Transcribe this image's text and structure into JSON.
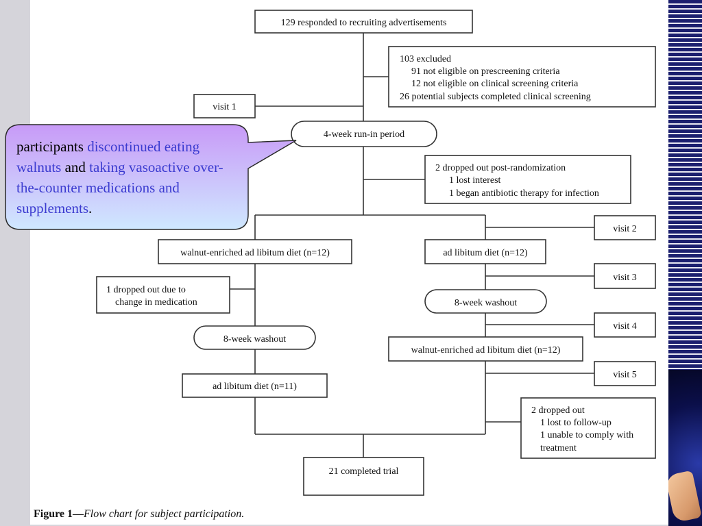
{
  "flow": {
    "responded": "129 responded to recruiting advertisements",
    "excluded_title": "103 excluded",
    "excluded_line1": "91 not eligible on prescreening criteria",
    "excluded_line2": "12 not eligible on clinical screening criteria",
    "excluded_line3": "26 potential subjects completed clinical screening",
    "visit1": "visit 1",
    "runin": "4-week run-in period",
    "dropped_title": "2 dropped out post-randomization",
    "dropped_line1": "1 lost interest",
    "dropped_line2": "1 began antibiotic therapy for infection",
    "visit2": "visit 2",
    "left_diet1": "walnut-enriched ad libitum diet (n=12)",
    "right_diet1": "ad libitum diet (n=12)",
    "visit3": "visit 3",
    "left_drop_line1": "1 dropped out due to",
    "left_drop_line2": "change in medication",
    "right_washout": "8-week washout",
    "visit4": "visit 4",
    "left_washout": "8-week washout",
    "right_diet2": "walnut-enriched ad libitum diet (n=12)",
    "visit5": "visit 5",
    "left_diet2": "ad libitum diet (n=11)",
    "final_drop_title": "2 dropped out",
    "final_drop_line1": "1 lost to follow-up",
    "final_drop_line2": "1 unable to comply with",
    "final_drop_line3": "treatment",
    "completed": "21 completed trial"
  },
  "caption": {
    "label": "Figure 1—",
    "text": "Flow chart for subject participation."
  },
  "callout": {
    "part1": "participants ",
    "part2": "discontinued eating walnuts",
    "part3": " and ",
    "part4": "taking vasoactive over-the-counter medications and supplements",
    "part5": "."
  },
  "colors": {
    "callout_top": "#c89af7",
    "callout_bottom": "#cfe8ff",
    "highlight_text": "#3b3bd0",
    "stripe_dark": "#1b1f6e"
  }
}
